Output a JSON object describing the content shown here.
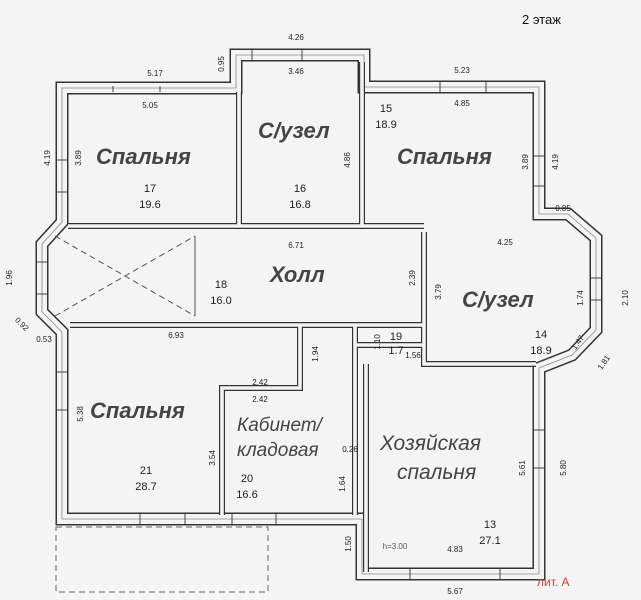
{
  "floor_label": "2 этаж",
  "lit_label": "лит. А",
  "height_label": "h=3.00",
  "colors": {
    "wall": "#333333",
    "background": "#f4f4f4",
    "lit": "#cc4444"
  },
  "rooms": [
    {
      "name": "Спальня",
      "number": "17",
      "area": "19.6"
    },
    {
      "name": "С/узел",
      "number": "16",
      "area": "16.8"
    },
    {
      "name": "Спальня",
      "number": "15",
      "area": "18.9"
    },
    {
      "name": "Холл",
      "number": "18",
      "area": "16.0"
    },
    {
      "name": "С/узел",
      "number": "14",
      "area": "18.9"
    },
    {
      "name": "",
      "number": "19",
      "area": "1.7"
    },
    {
      "name": "Спальня",
      "number": "21",
      "area": "28.7"
    },
    {
      "name_line1": "Кабинет/",
      "name_line2": "кладовая",
      "number": "20",
      "area": "16.6"
    },
    {
      "name_line1": "Хозяйская",
      "name_line2": "спальня",
      "number": "13",
      "area": "27.1"
    }
  ],
  "dimensions": [
    "4.26",
    "3.46",
    "0.95",
    "5.17",
    "5.05",
    "4.19",
    "3.89",
    "4.86",
    "5.23",
    "4.85",
    "3.89",
    "4.19",
    "0.85",
    "6.71",
    "2.39",
    "4.25",
    "3.79",
    "1.74",
    "2.10",
    "1.47",
    "1.81",
    "1.96",
    "0.92",
    "0.53",
    "6.93",
    "1.94",
    "2.42",
    "2.42",
    "5.38",
    "3.54",
    "0.26",
    "1.64",
    "1.10",
    "1.56",
    "5.61",
    "5.80",
    "1.50",
    "4.83",
    "5.67"
  ]
}
